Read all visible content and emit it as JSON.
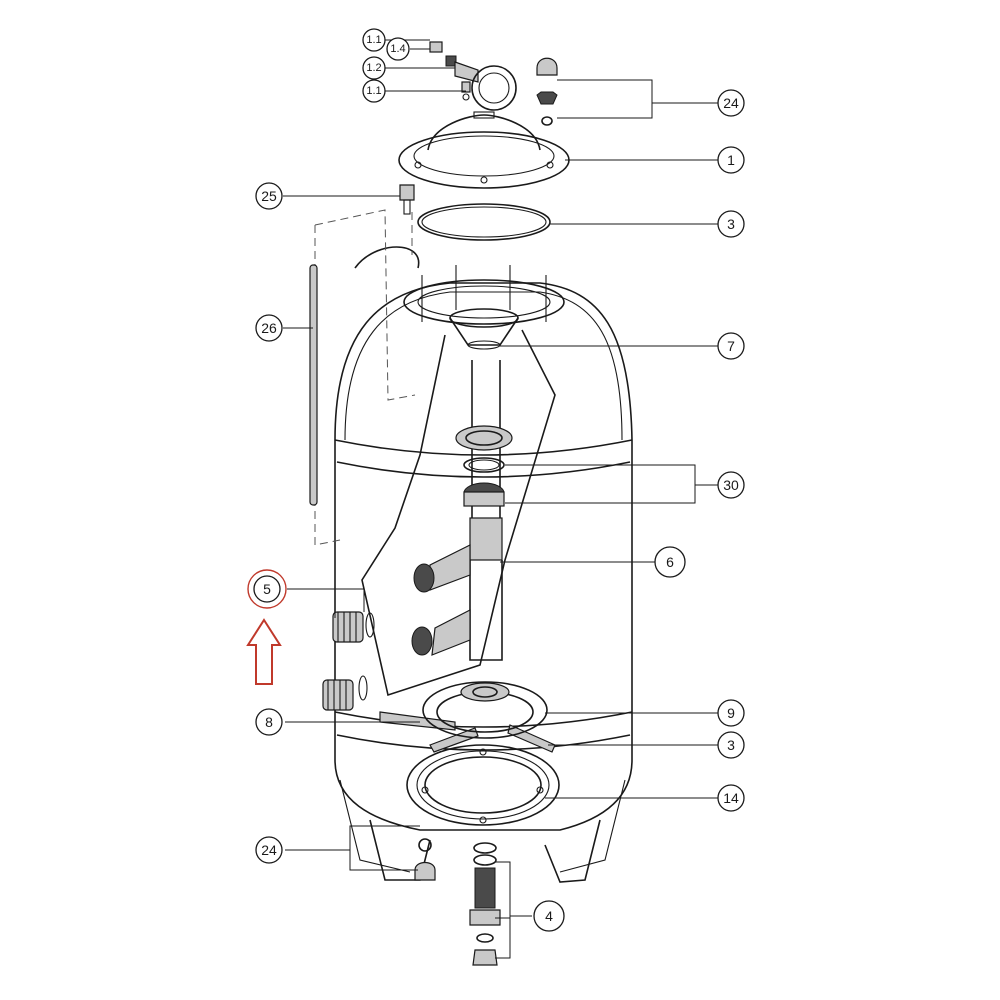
{
  "callouts": {
    "c_1_1_top": "1.1",
    "c_1_4": "1.4",
    "c_1_2": "1.2",
    "c_1_1_bottom": "1.1",
    "c_24_top": "24",
    "c_1": "1",
    "c_25": "25",
    "c_3_top": "3",
    "c_26": "26",
    "c_7": "7",
    "c_30": "30",
    "c_6": "6",
    "c_5": "5",
    "c_8": "8",
    "c_9": "9",
    "c_3_bottom": "3",
    "c_14": "14",
    "c_24_bottom": "24",
    "c_4": "4"
  },
  "highlight": {
    "part": "5",
    "color": "#c0392b",
    "pointer": "up-arrow-outline"
  }
}
